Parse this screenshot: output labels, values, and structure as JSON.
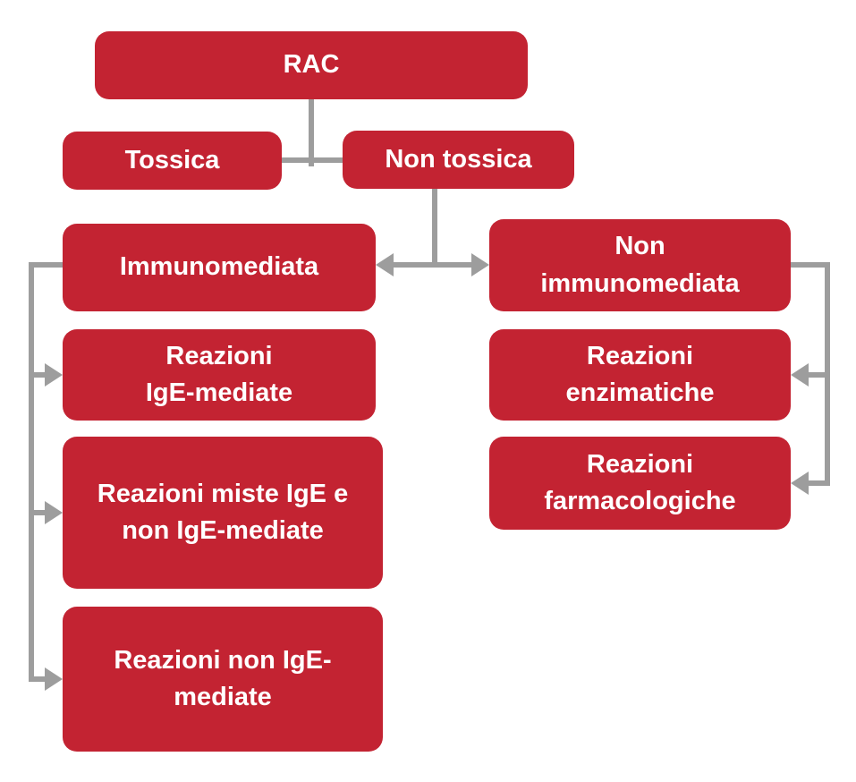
{
  "diagram": {
    "title": "RAC classification flowchart",
    "nodes": {
      "rac": {
        "label": "RAC"
      },
      "tossica": {
        "label": "Tossica"
      },
      "non_tossica": {
        "label": "Non tossica"
      },
      "immunomediata": {
        "label": "Immunomediata"
      },
      "non_immunomediata": {
        "label": "Non\nimmunomediata"
      },
      "reazioni_ige_mediate": {
        "label": "Reazioni\nIgE-mediate"
      },
      "reazioni_miste": {
        "label": "Reazioni miste IgE e\nnon IgE-mediate"
      },
      "reazioni_non_ige_mediate": {
        "label": "Reazioni non IgE-\nmediate"
      },
      "reazioni_enzimatiche": {
        "label": "Reazioni\nenzimatiche"
      },
      "reazioni_farmacologiche": {
        "label": "Reazioni\nfarmacologiche"
      }
    },
    "colors": {
      "box_fill": "#c32332",
      "box_text": "#ffffff",
      "connector": "#9d9d9d",
      "background": "#ffffff"
    }
  }
}
